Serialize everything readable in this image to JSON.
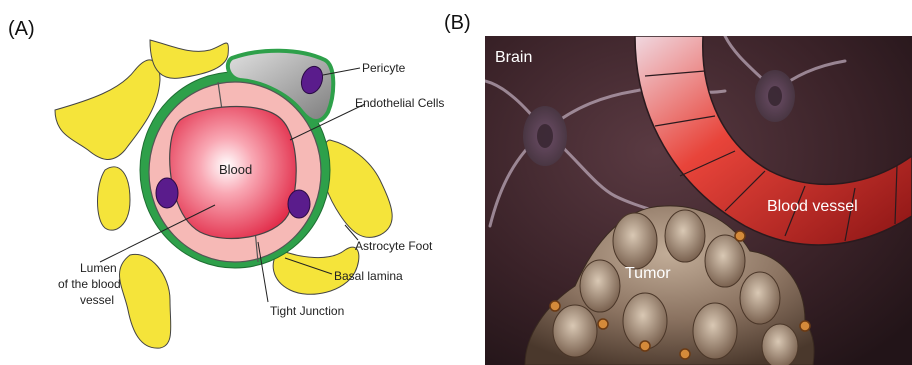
{
  "panel_a": {
    "label": "(A)",
    "labels": {
      "pericyte": "Pericyte",
      "endothelial": "Endothelial Cells",
      "blood": "Blood",
      "astrocyte_foot": "Astrocyte Foot",
      "basal_lamina": "Basal lamina",
      "tight_junction": "Tight Junction",
      "lumen_line1": "Lumen",
      "lumen_line2": "of the blood",
      "lumen_line3": "vessel"
    }
  },
  "panel_b": {
    "label": "(B)",
    "labels": {
      "brain": "Brain",
      "blood_vessel": "Blood vessel",
      "tumor": "Tumor"
    }
  },
  "colors": {
    "astrocyte": "#f5e43a",
    "basal_lamina": "#2ea04a",
    "endothelial": "#f6b9b6",
    "blood": "#e8324e",
    "nucleus": "#5a1c8c",
    "pericyte": "#9a9a9a",
    "brain_bg": "#3a2228",
    "vessel": "#d8332e",
    "tumor": "#8a7260"
  }
}
